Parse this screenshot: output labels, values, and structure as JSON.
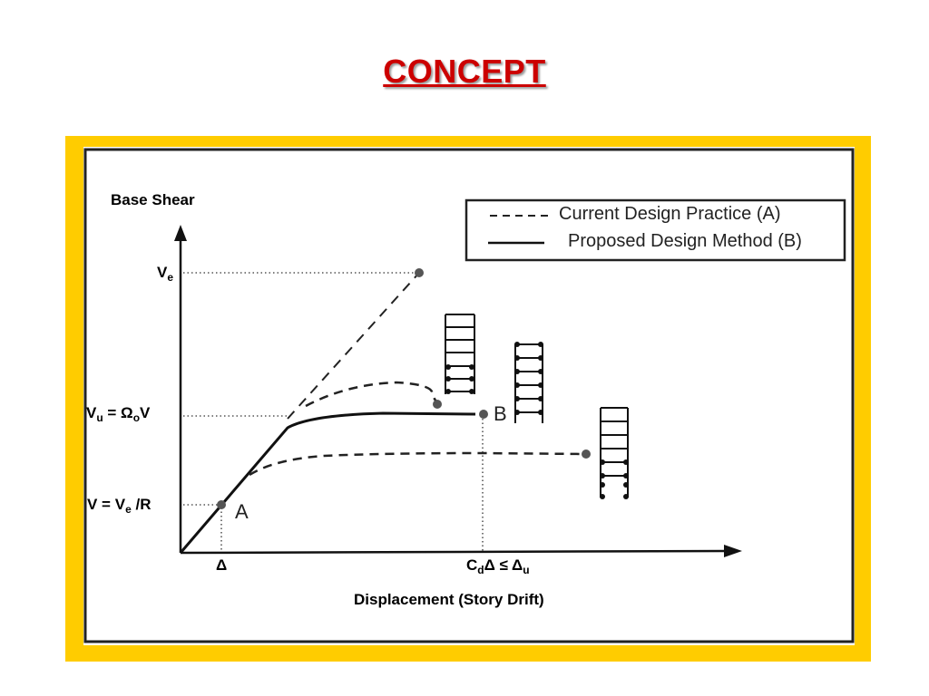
{
  "title": "CONCEPT",
  "axes": {
    "y_label": "Base Shear",
    "x_label": "Displacement (Story Drift)"
  },
  "y_ticks": {
    "ve": {
      "main": "V",
      "sub": "e"
    },
    "vu": {
      "a": "V",
      "a_sub": "u",
      "b": " = Ω",
      "b_sub": "o",
      "c": "V"
    },
    "v": {
      "a": "V = V",
      "a_sub": "e",
      "b": " /R"
    }
  },
  "x_ticks": {
    "delta": "Δ",
    "cd": {
      "a": "C",
      "a_sub": "d",
      "b": "Δ ≤ Δ",
      "b_sub": "u"
    }
  },
  "legend": {
    "dashed": "Current Design Practice (A)",
    "solid": "Proposed Design Method (B)"
  },
  "points": {
    "a": "A",
    "b": "B"
  },
  "colors": {
    "title": "#cc0000",
    "frame": "#ffcc00"
  }
}
